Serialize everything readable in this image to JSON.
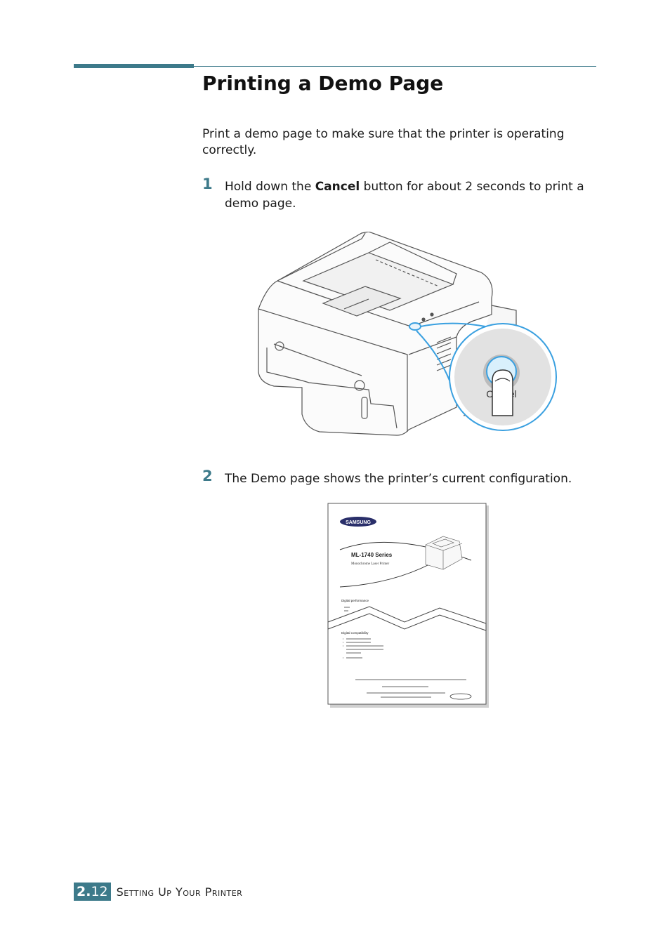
{
  "title": "Printing a Demo Page",
  "intro": "Print a demo page to make sure that the printer is operating correctly.",
  "steps": [
    {
      "num": "1",
      "pre": "Hold down the ",
      "bold": "Cancel",
      "post": " button for about 2 seconds to print a demo page."
    },
    {
      "num": "2",
      "text": "The Demo page shows the printer’s current configuration."
    }
  ],
  "illustration": {
    "button_label": "Cancel"
  },
  "demo_page": {
    "brand": "SAMSUNG",
    "model": "ML-1740 Series",
    "subtitle": "Monochrome Laser Printer",
    "section_1": "Digital performance",
    "section_2": "Digital compatibility"
  },
  "footer": {
    "chapter": "2.",
    "page": "12",
    "section_title": "Setting Up Your Printer"
  },
  "colors": {
    "accent": "#3d7a8a",
    "highlight": "#3aa0e0"
  }
}
